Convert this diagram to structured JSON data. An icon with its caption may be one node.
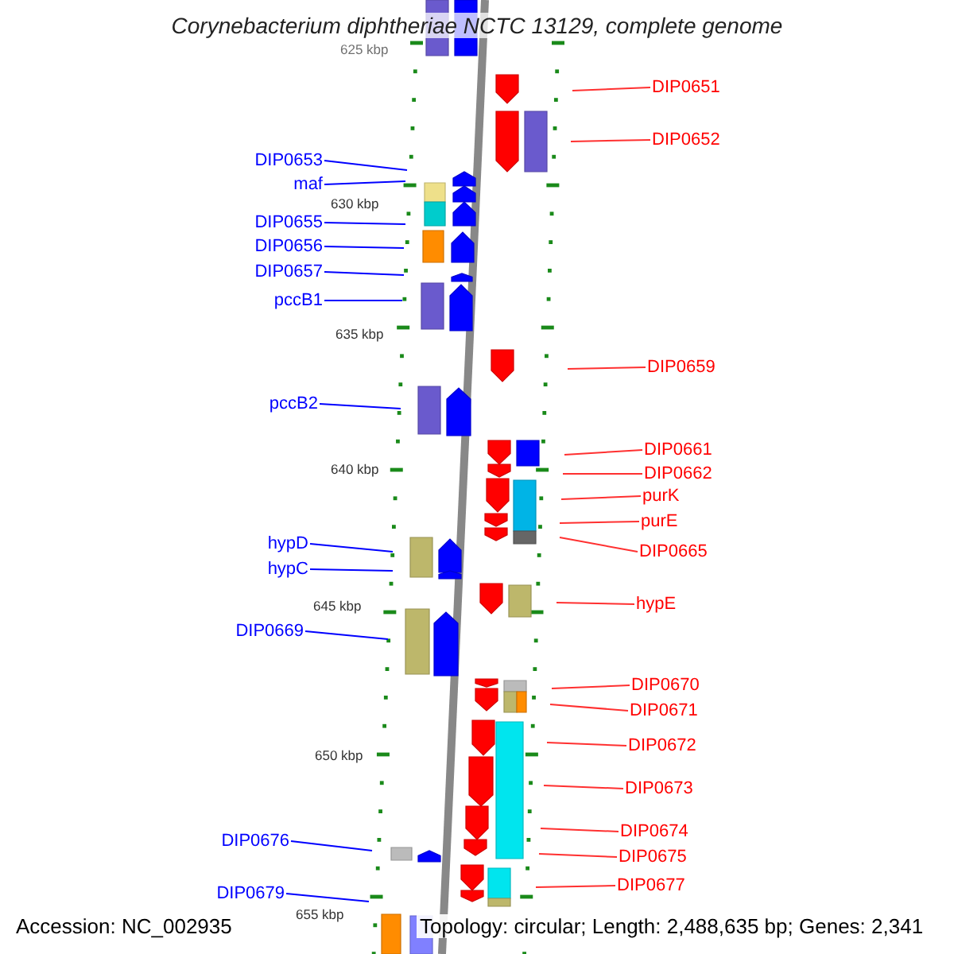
{
  "diagram": {
    "title": "Corynebacterium diphtheriae NCTC 13129, complete genome",
    "nodes": [
      {
        "text": [
          "DIP0651"
        ]
      },
      {
        "text": [
          "DIP0652"
        ]
      },
      {
        "text": [
          "DIP0653"
        ]
      },
      {
        "text": [
          "maf"
        ]
      },
      {
        "text": [
          "DIP0655"
        ]
      },
      {
        "text": [
          "DIP0656"
        ]
      },
      {
        "text": [
          "DIP0657"
        ]
      },
      {
        "text": [
          "pccB1"
        ]
      },
      {
        "text": [
          "DIP0659"
        ]
      },
      {
        "text": [
          "pccB2"
        ]
      },
      {
        "text": [
          "DIP0661"
        ]
      },
      {
        "text": [
          "DIP0662"
        ]
      },
      {
        "text": [
          "purK"
        ]
      },
      {
        "text": [
          "purE"
        ]
      },
      {
        "text": [
          "hypD"
        ]
      },
      {
        "text": [
          "DIP0665"
        ]
      },
      {
        "text": [
          "hypC"
        ]
      },
      {
        "text": [
          "hypE"
        ]
      },
      {
        "text": [
          "DIP0669"
        ]
      },
      {
        "text": [
          "DIP0670"
        ]
      },
      {
        "text": [
          "DIP0671"
        ]
      },
      {
        "text": [
          "DIP0672"
        ]
      },
      {
        "text": [
          "DIP0673"
        ]
      },
      {
        "text": [
          "DIP0674"
        ]
      },
      {
        "text": [
          "DIP0676"
        ]
      },
      {
        "text": [
          "DIP0675"
        ]
      },
      {
        "text": [
          "DIP0677"
        ]
      },
      {
        "text": [
          "DIP0679"
        ]
      }
    ],
    "edges": [
      {
        "from": 0,
        "to": null,
        "arrow": "none"
      },
      {
        "from": 1,
        "to": null,
        "arrow": "none"
      },
      {
        "from": 2,
        "to": null,
        "arrow": "none",
        "color": "#0000ff"
      },
      {
        "from": 3,
        "to": null,
        "arrow": "none",
        "color": "#0000ff"
      },
      {
        "from": 4,
        "to": null,
        "arrow": "none",
        "color": "#0000ff"
      },
      {
        "from": 5,
        "to": null,
        "arrow": "none",
        "color": "#0000ff"
      },
      {
        "from": 6,
        "to": null,
        "arrow": "none",
        "color": "#0000ff"
      },
      {
        "from": 7,
        "to": null,
        "arrow": "none",
        "color": "#0000ff"
      },
      {
        "from": 8,
        "to": null,
        "arrow": "none"
      },
      {
        "from": 9,
        "to": null,
        "arrow": "none",
        "color": "#0000ff"
      },
      {
        "from": 10,
        "to": null,
        "arrow": "none"
      },
      {
        "from": 11,
        "to": null,
        "arrow": "none"
      },
      {
        "from": 12,
        "to": null,
        "arrow": "none"
      },
      {
        "from": 13,
        "to": null,
        "arrow": "none"
      },
      {
        "from": 14,
        "to": null,
        "arrow": "none",
        "color": "#0000ff"
      },
      {
        "from": 15,
        "to": null,
        "arrow": "none"
      },
      {
        "from": 16,
        "to": null,
        "arrow": "none",
        "color": "#0000ff"
      },
      {
        "from": 17,
        "to": null,
        "arrow": "none"
      },
      {
        "from": 18,
        "to": null,
        "arrow": "none",
        "color": "#0000ff"
      },
      {
        "from": 19,
        "to": null,
        "arrow": "none"
      },
      {
        "from": 20,
        "to": null,
        "arrow": "none"
      },
      {
        "from": 21,
        "to": null,
        "arrow": "none"
      },
      {
        "from": 22,
        "to": null,
        "arrow": "none"
      },
      {
        "from": 23,
        "to": null,
        "arrow": "none"
      },
      {
        "from": 24,
        "to": null,
        "arrow": "none",
        "color": "#0000ff"
      },
      {
        "from": 25,
        "to": null,
        "arrow": "none"
      },
      {
        "from": 26,
        "to": null,
        "arrow": "none"
      },
      {
        "from": 27,
        "to": null,
        "arrow": "none",
        "color": "#0000ff"
      }
    ],
    "labels": [
      "625 kbp",
      "630 kbp",
      "635 kbp",
      "640 kbp",
      "645 kbp",
      "650 kbp",
      "655 kbp",
      "Accession: NC_002935",
      "Topology: circular; Length: 2,488,635 bp; Genes: 2,341"
    ]
  }
}
